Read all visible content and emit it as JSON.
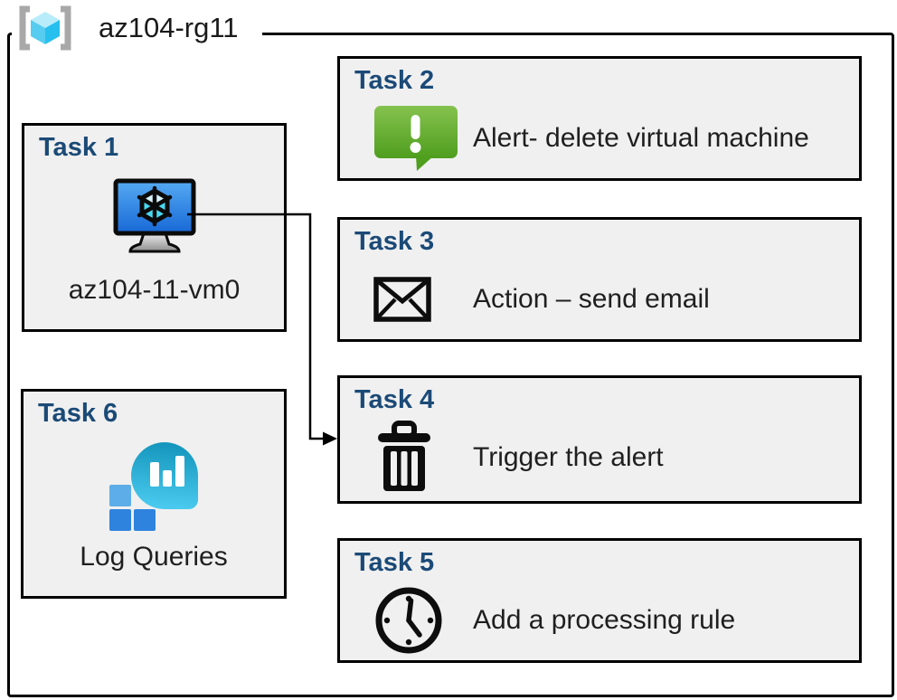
{
  "resource_group": {
    "name": "az104-rg11",
    "icon": "resource-group-icon"
  },
  "tasks": [
    {
      "title": "Task 1",
      "label": "az104-11-vm0",
      "icon": "virtual-machine-icon"
    },
    {
      "title": "Task 2",
      "label": "Alert- delete virtual machine",
      "icon": "alert-icon"
    },
    {
      "title": "Task 3",
      "label": "Action – send email",
      "icon": "email-icon"
    },
    {
      "title": "Task 4",
      "label": "Trigger the alert",
      "icon": "trash-icon"
    },
    {
      "title": "Task 5",
      "label": "Add a processing rule",
      "icon": "clock-icon"
    },
    {
      "title": "Task 6",
      "label": "Log Queries",
      "icon": "log-analytics-icon"
    }
  ],
  "connector": {
    "from": "Task 1",
    "to": "Task 4"
  },
  "colors": {
    "task_title_blue": "#1b4a77",
    "box_fill": "#f0f0f0",
    "box_border": "#000000",
    "alert_green_top": "#85c24f",
    "alert_green_bottom": "#4f9e1e",
    "vm_screen_top": "#55aaf2",
    "vm_screen_bottom": "#1868d6",
    "log_bubble_top": "#1697bd",
    "log_bubble_bottom": "#49c9ee",
    "log_square_light": "#5dade9",
    "log_square_dark": "#2e83de",
    "rg_bracket_gray": "#a8a8a8",
    "rg_cube_top": "#b9ecfa",
    "rg_cube_left": "#55ccf0",
    "rg_cube_right": "#27bfee"
  }
}
